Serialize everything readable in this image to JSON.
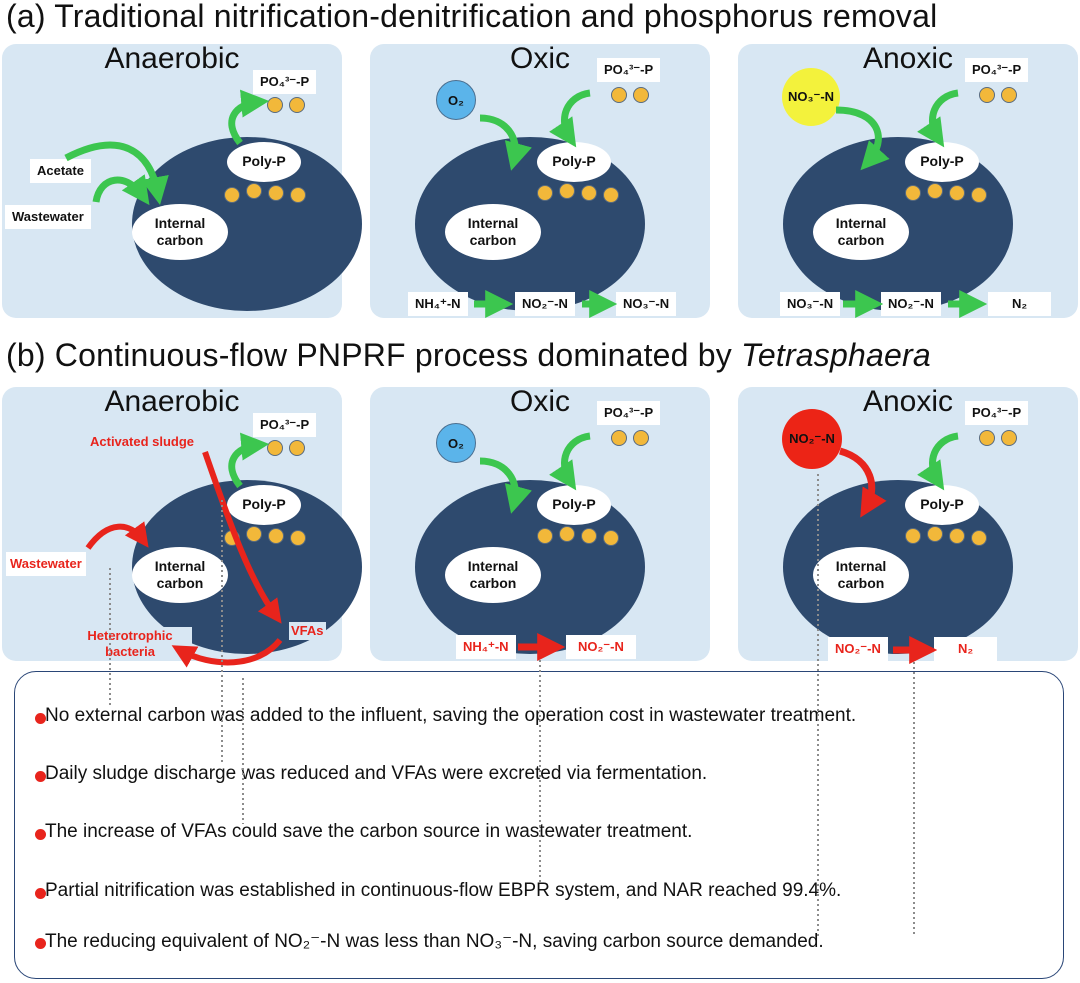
{
  "section_a": {
    "title": "(a) Traditional nitrification-denitrification and phosphorus removal",
    "panels": [
      {
        "zone": "Anaerobic",
        "po4": "PO₄³⁻-P",
        "polyp": "Poly-P",
        "internal": "Internal carbon",
        "inputs": [
          "Acetate",
          "Wastewater"
        ]
      },
      {
        "zone": "Oxic",
        "po4": "PO₄³⁻-P",
        "polyp": "Poly-P",
        "internal": "Internal carbon",
        "electron_acceptor": "O₂",
        "chain": [
          "NH₄⁺-N",
          "NO₂⁻-N",
          "NO₃⁻-N"
        ]
      },
      {
        "zone": "Anoxic",
        "po4": "PO₄³⁻-P",
        "polyp": "Poly-P",
        "internal": "Internal carbon",
        "electron_acceptor": "NO₃⁻-N",
        "chain": [
          "NO₃⁻-N",
          "NO₂⁻-N",
          "N₂"
        ]
      }
    ]
  },
  "section_b": {
    "title_prefix": "(b) Continuous-flow PNPRF process dominated by ",
    "title_italic": "Tetrasphaera",
    "panels": [
      {
        "zone": "Anaerobic",
        "po4": "PO₄³⁻-P",
        "polyp": "Poly-P",
        "internal": "Internal carbon",
        "labels": [
          "Activated sludge",
          "Wastewater",
          "Heterotrophic bacteria",
          "VFAs"
        ]
      },
      {
        "zone": "Oxic",
        "po4": "PO₄³⁻-P",
        "polyp": "Poly-P",
        "internal": "Internal carbon",
        "electron_acceptor": "O₂",
        "chain": [
          "NH₄⁺-N",
          "NO₂⁻-N"
        ]
      },
      {
        "zone": "Anoxic",
        "po4": "PO₄³⁻-P",
        "polyp": "Poly-P",
        "internal": "Internal carbon",
        "electron_acceptor": "NO₂⁻-N",
        "chain": [
          "NO₂⁻-N",
          "N₂"
        ]
      }
    ]
  },
  "notes": [
    "No external carbon was added to the influent, saving the operation cost in wastewater treatment.",
    "Daily sludge discharge was reduced and VFAs were excreted via fermentation.",
    "The increase of VFAs could save the carbon source in wastewater treatment.",
    "Partial nitrification was established in continuous-flow EBPR system, and NAR reached 99.4%.",
    "The reducing equivalent of NO₂⁻-N was less than NO₃⁻-N, saving carbon source demanded."
  ],
  "colors": {
    "panel_bg": "#d8e7f3",
    "cell": "#2e4a6e",
    "green_arrow": "#3cc64f",
    "red": "#e8241c",
    "phosphate_dot": "#f2b83a",
    "o2_circle": "#5bb4ea",
    "no3_circle": "#f3f23c",
    "no2_circle": "#ec2416",
    "notes_border": "#2a4677"
  }
}
